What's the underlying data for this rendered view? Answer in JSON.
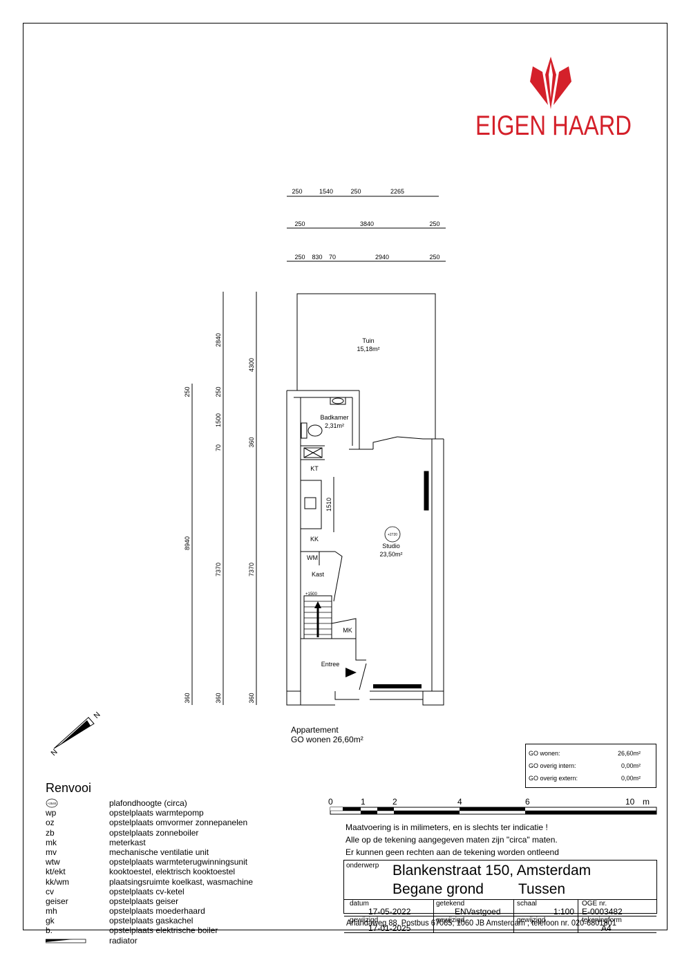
{
  "brand": {
    "name": "EIGEN HAARD",
    "color": "#d4202a"
  },
  "dimensions": {
    "top_row1": [
      "250",
      "1540",
      "250",
      "2265"
    ],
    "top_row2": [
      "250",
      "3840",
      "250"
    ],
    "top_row3": [
      "250",
      "830",
      "70",
      "2940",
      "250"
    ],
    "left_col1": [
      "250",
      "8940",
      "360"
    ],
    "left_col2": [
      "2840",
      "250",
      "1500",
      "70",
      "7370",
      "360"
    ],
    "left_col3": [
      "4300",
      "360",
      "7370",
      "360"
    ],
    "kitchen": "1510"
  },
  "rooms": {
    "tuin": {
      "name": "Tuin",
      "area": "15,18m²"
    },
    "badkamer": {
      "name": "Badkamer",
      "area": "2,31m²"
    },
    "studio": {
      "name": "Studio",
      "area": "23,50m²",
      "height_tag": "+2720"
    },
    "kt": "KT",
    "kk": "KK",
    "wm": "WM",
    "kast": "Kast",
    "stair_tag": "+1500",
    "mk": "MK",
    "entree": "Entree"
  },
  "compass": {
    "north": "N"
  },
  "apartment": {
    "type": "Appartement",
    "go_wonen": "GO wonen 26,60m²"
  },
  "summary": [
    {
      "label": "GO wonen:",
      "value": "26,60m²"
    },
    {
      "label": "GO overig intern:",
      "value": "0,00m²"
    },
    {
      "label": "GO overig extern:",
      "value": "0,00m²"
    }
  ],
  "renvooi": {
    "title": "Renvooi",
    "height_icon": "+2540",
    "items": [
      {
        "key": "",
        "desc": "plafondhoogte (circa)"
      },
      {
        "key": "wp",
        "desc": "opstelplaats warmtepomp"
      },
      {
        "key": "oz",
        "desc": "opstelplaats omvormer zonnepanelen"
      },
      {
        "key": "zb",
        "desc": "opstelplaats zonneboiler"
      },
      {
        "key": "mk",
        "desc": "meterkast"
      },
      {
        "key": "mv",
        "desc": "mechanische ventilatie unit"
      },
      {
        "key": "wtw",
        "desc": "opstelplaats warmteterugwinningsunit"
      },
      {
        "key": "kt/ekt",
        "desc": "kooktoestel, elektrisch kooktoestel"
      },
      {
        "key": "kk/wm",
        "desc": "plaatsingsruimte koelkast, wasmachine"
      },
      {
        "key": "cv",
        "desc": "opstelplaats cv-ketel"
      },
      {
        "key": "geiser",
        "desc": "opstelplaats geiser"
      },
      {
        "key": "mh",
        "desc": "opstelplaats moederhaard"
      },
      {
        "key": "gk",
        "desc": "opstelplaats gaskachel"
      },
      {
        "key": "b.",
        "desc": "opstelplaats elektrische boiler"
      },
      {
        "key": "",
        "desc": "radiator"
      }
    ]
  },
  "scale_bar": {
    "ticks": [
      "0",
      "1",
      "2",
      "4",
      "6",
      "10"
    ],
    "unit": "m"
  },
  "notes": [
    "Maatvoering is in milimeters, en is slechts ter indicatie !",
    "Alle op de tekening aangegeven maten zijn \"circa\" maten.",
    "Er kunnen geen rechten aan de tekening worden ontleend"
  ],
  "titleblock": {
    "onderwerp_label": "onderwerp",
    "title": "Blankenstraat 150, Amsterdam",
    "floor": "Begane grond",
    "position": "Tussen",
    "datum_label": "datum",
    "datum": "17-05-2022",
    "getekend_label": "getekend",
    "getekend": "ENVastgoed",
    "schaal_label": "schaal",
    "schaal": "1:100",
    "oge_label": "OGE nr.",
    "oge": "E-0003482",
    "gewijzigd_label": "gewijzigd",
    "gewijzigd": "17-01-2025",
    "gewijzigd2_label": "gewijzigd",
    "gewijzigd3_label": "gewijzigd",
    "tekeningform_label": "tekeningform",
    "tekeningform": "A4"
  },
  "address": "Arlandaweg 88, Postbus 67065, 1060 JB Amsterdam , telefoon nr. 020-6801801"
}
